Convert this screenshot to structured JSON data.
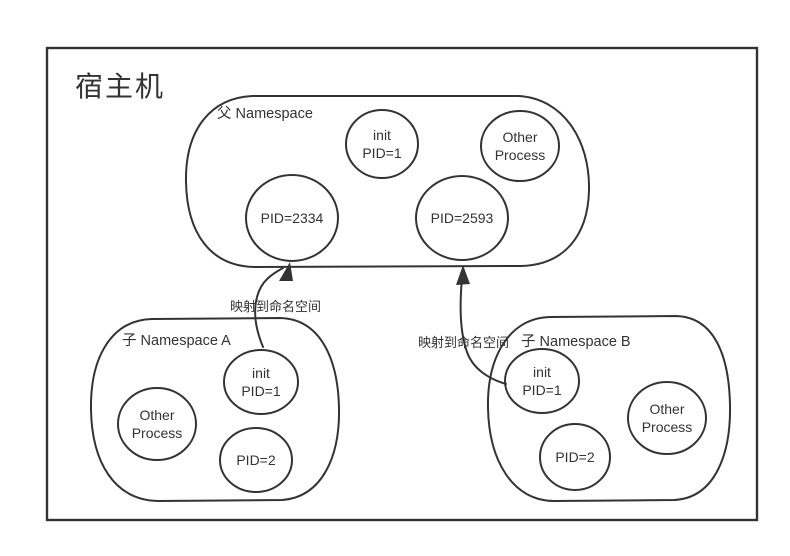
{
  "host": {
    "title": "宿主机"
  },
  "parent": {
    "label": "父 Namespace",
    "init_line1": "init",
    "init_line2": "PID=1",
    "other_line1": "Other",
    "other_line2": "Process",
    "pid_left": "PID=2334",
    "pid_right": "PID=2593"
  },
  "child_a": {
    "label": "子 Namespace A",
    "init_line1": "init",
    "init_line2": "PID=1",
    "other_line1": "Other",
    "other_line2": "Process",
    "pid": "PID=2"
  },
  "child_b": {
    "label": "子 Namespace B",
    "init_line1": "init",
    "init_line2": "PID=1",
    "other_line1": "Other",
    "other_line2": "Process",
    "pid": "PID=2"
  },
  "arrows": {
    "label_a": "映射到命名空间",
    "label_b": "映射到命名空间"
  },
  "colors": {
    "stroke": "#333333",
    "text": "#333333",
    "background": "#ffffff"
  }
}
